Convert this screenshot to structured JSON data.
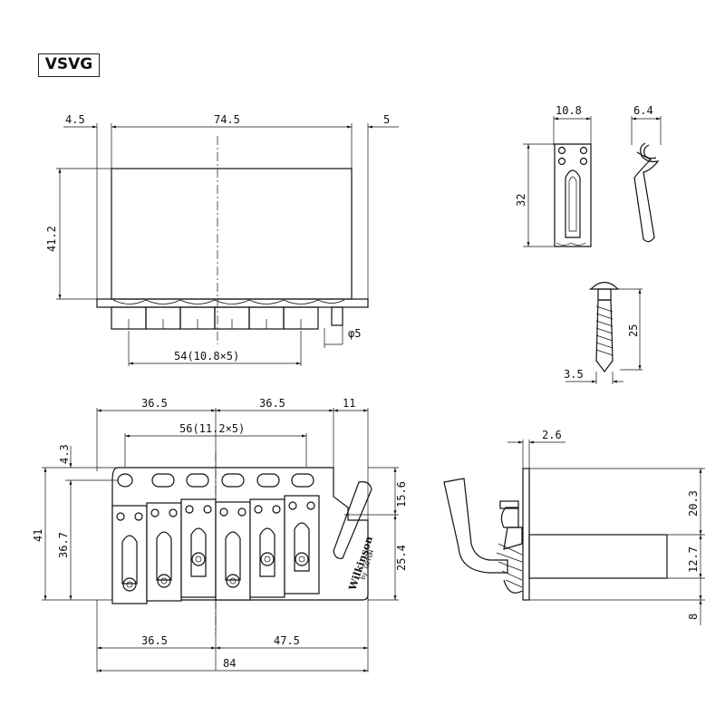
{
  "title": "VSVG",
  "dims": {
    "front_left_gap": "4.5",
    "front_width": "74.5",
    "front_right_gap": "5",
    "front_height": "41.2",
    "saddle_span": "54(10.8×5)",
    "arm_dia": "φ5",
    "clip_width": "10.8",
    "clip_height": "32",
    "spring_width": "6.4",
    "screw_length": "25",
    "screw_dia": "3.5",
    "top_left": "36.5",
    "top_right": "36.5",
    "top_extra": "11",
    "string_spacing": "56(11.2×5)",
    "hole_offset": "4.3",
    "total_height": "41",
    "body_height": "36.7",
    "right_upper": "15.6",
    "right_lower": "25.4",
    "bottom_left": "36.5",
    "bottom_right": "47.5",
    "total_width": "84",
    "side_thick": "2.6",
    "side_upper": "20.3",
    "side_mid": "12.7",
    "side_lower": "8"
  },
  "brand_text": "Wilkinson",
  "brand_sub": "by GOTOH"
}
